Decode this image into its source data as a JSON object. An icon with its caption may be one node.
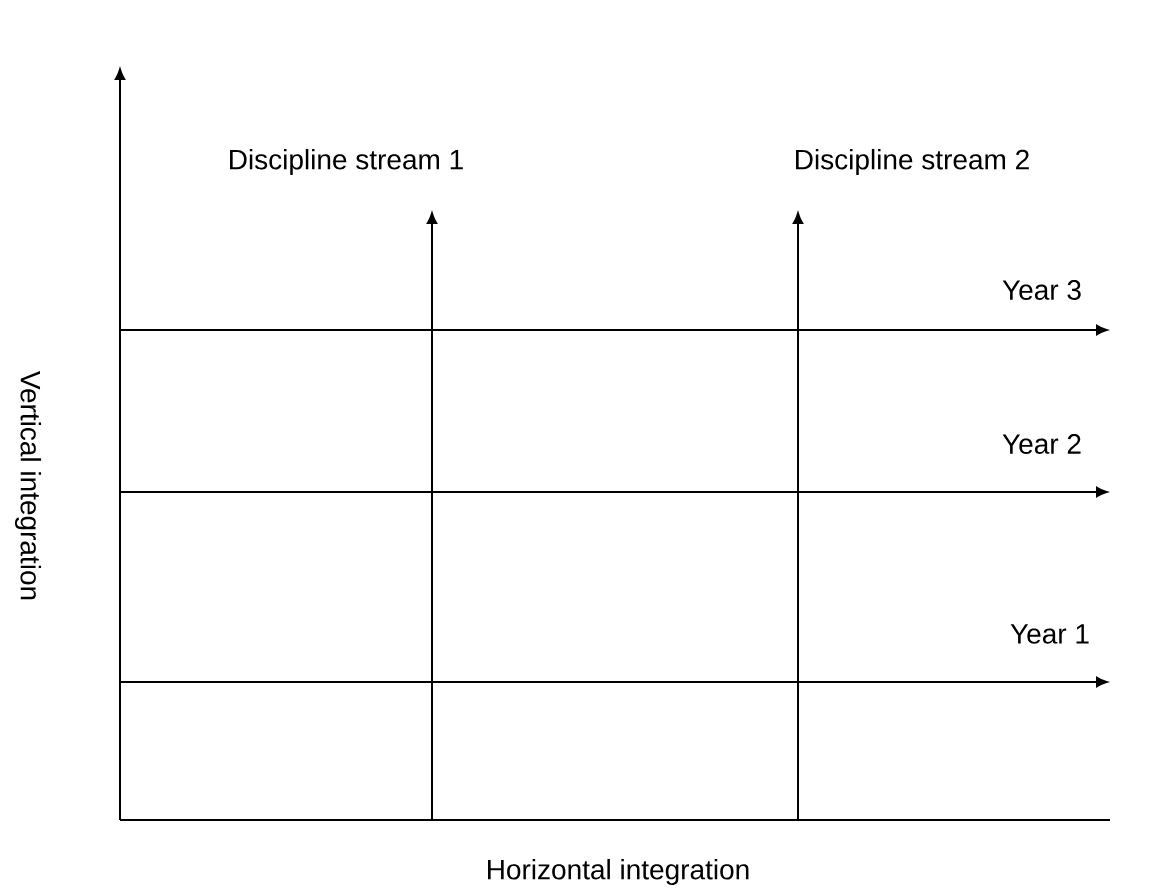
{
  "diagram": {
    "labels": [
      "Discipline stream 1",
      "Discipline stream 2",
      "Year 3",
      "Vertical integration",
      "Year 2",
      "Year 1",
      "Horizontal integration"
    ]
  }
}
